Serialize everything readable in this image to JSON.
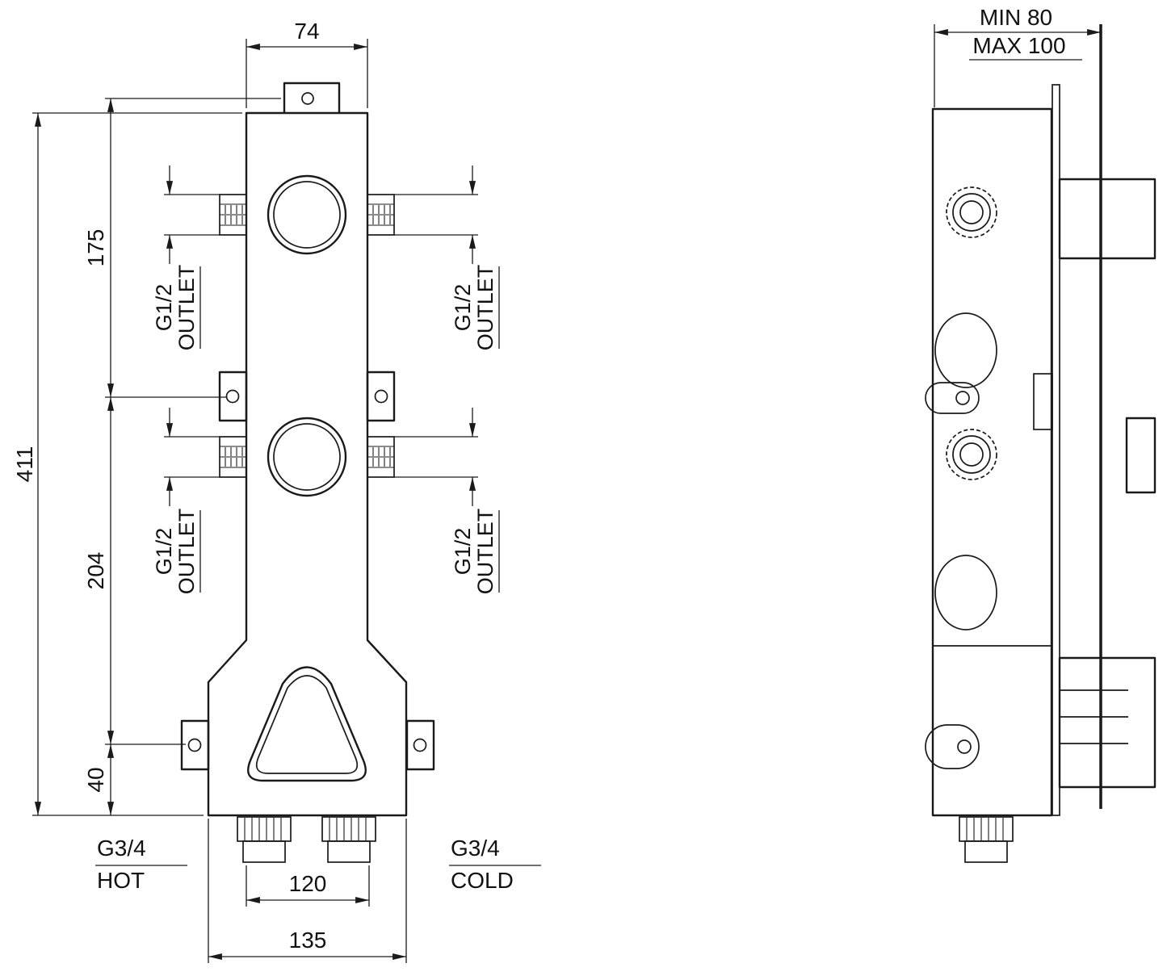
{
  "front_view": {
    "dims": {
      "top_width": "74",
      "total_height": "411",
      "upper_spacing": "175",
      "lower_spacing": "204",
      "bottom_offset": "40",
      "inlet_spacing": "120",
      "base_width": "135"
    },
    "labels": {
      "outlet_size": "G1/2",
      "outlet_text": "OUTLET",
      "hot_size": "G3/4",
      "hot_text": "HOT",
      "cold_size": "G3/4",
      "cold_text": "COLD"
    }
  },
  "side_view": {
    "dims": {
      "depth_min": "MIN 80",
      "depth_max": "MAX 100"
    }
  }
}
